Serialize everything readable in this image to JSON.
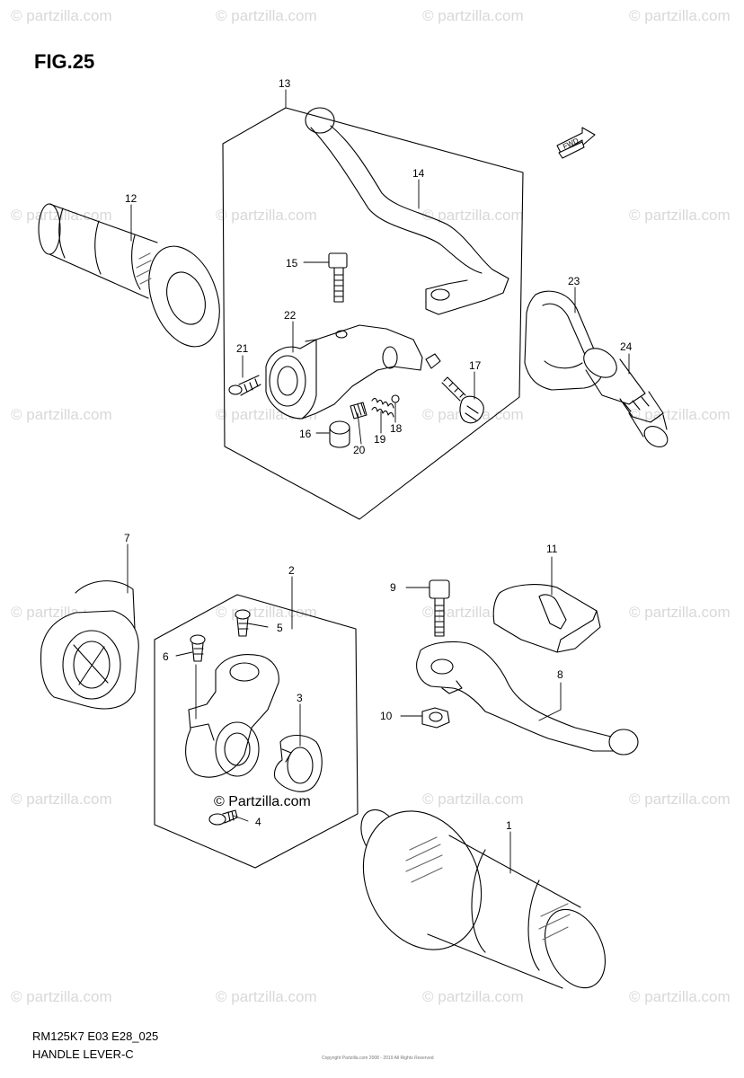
{
  "figure_label": "FIG.25",
  "footer": {
    "code": "RM125K7 E03 E28_025",
    "title": "HANDLE LEVER-C"
  },
  "watermark_text": "© Partzilla.com",
  "watermark_text_lower": "© partzilla.com",
  "credit_text": "© Partzilla.com",
  "copyright_small": "Copyright Partzilla.com 2008 - 2019 All Rights Reserved",
  "fwd_label": "FWD",
  "line_color": "#000000",
  "watermark_color": "#d8d8d8",
  "callouts": {
    "n1": "1",
    "n2": "2",
    "n3": "3",
    "n4": "4",
    "n5": "5",
    "n6": "6",
    "n7": "7",
    "n8": "8",
    "n9": "9",
    "n10": "10",
    "n11": "11",
    "n12": "12",
    "n13": "13",
    "n14": "14",
    "n15": "15",
    "n16": "16",
    "n17": "17",
    "n18": "18",
    "n19": "19",
    "n20": "20",
    "n21": "21",
    "n22": "22",
    "n23": "23",
    "n24": "24"
  }
}
